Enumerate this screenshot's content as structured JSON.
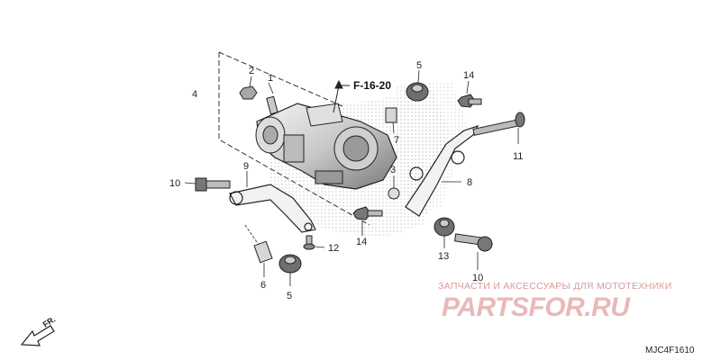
{
  "diagram": {
    "reference": "F-16-20",
    "drawing_code": "MJC4F1610",
    "direction_label": "FR.",
    "callouts": [
      "1",
      "2",
      "3",
      "4",
      "5",
      "5",
      "6",
      "7",
      "8",
      "9",
      "10",
      "10",
      "11",
      "12",
      "13",
      "14",
      "14"
    ]
  },
  "watermark": {
    "line1": "ЗАПЧАСТИ И АКСЕССУАРЫ ДЛЯ МОТОТЕХНИКИ",
    "line2": "PARTSFOR.RU"
  }
}
